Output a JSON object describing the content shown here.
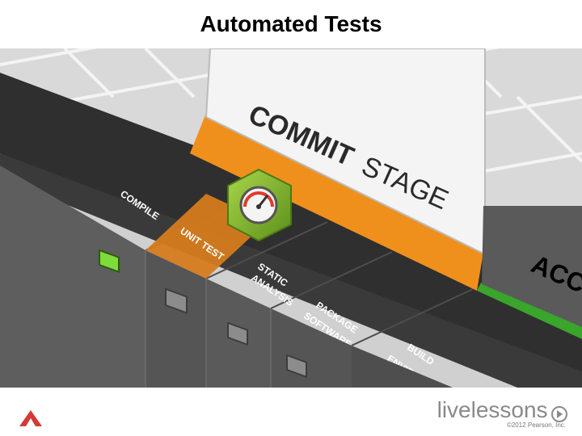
{
  "slide": {
    "title": "Automated Tests"
  },
  "pipeline": {
    "commit_stage": {
      "word1": "COMMIT",
      "word2": "STAGE"
    },
    "next_stage_partial": "ACC",
    "steps": [
      {
        "line1": "COMPILE",
        "line2": ""
      },
      {
        "line1": "UNIT TEST",
        "line2": ""
      },
      {
        "line1": "STATIC",
        "line2": "ANALYSIS"
      },
      {
        "line1": "PACKAGE",
        "line2": "SOFTWARE"
      },
      {
        "line1": "BUILD",
        "line2": "ENVIRONM"
      }
    ],
    "colors": {
      "commit": "#f0901c",
      "accept": "#3aa52b",
      "track": "#2e2e2e",
      "indicator": "#7ddc3a"
    }
  },
  "footer": {
    "brand_part1": "live",
    "brand_part2": "lessons",
    "copyright": "©2012 Pearson, Inc."
  }
}
